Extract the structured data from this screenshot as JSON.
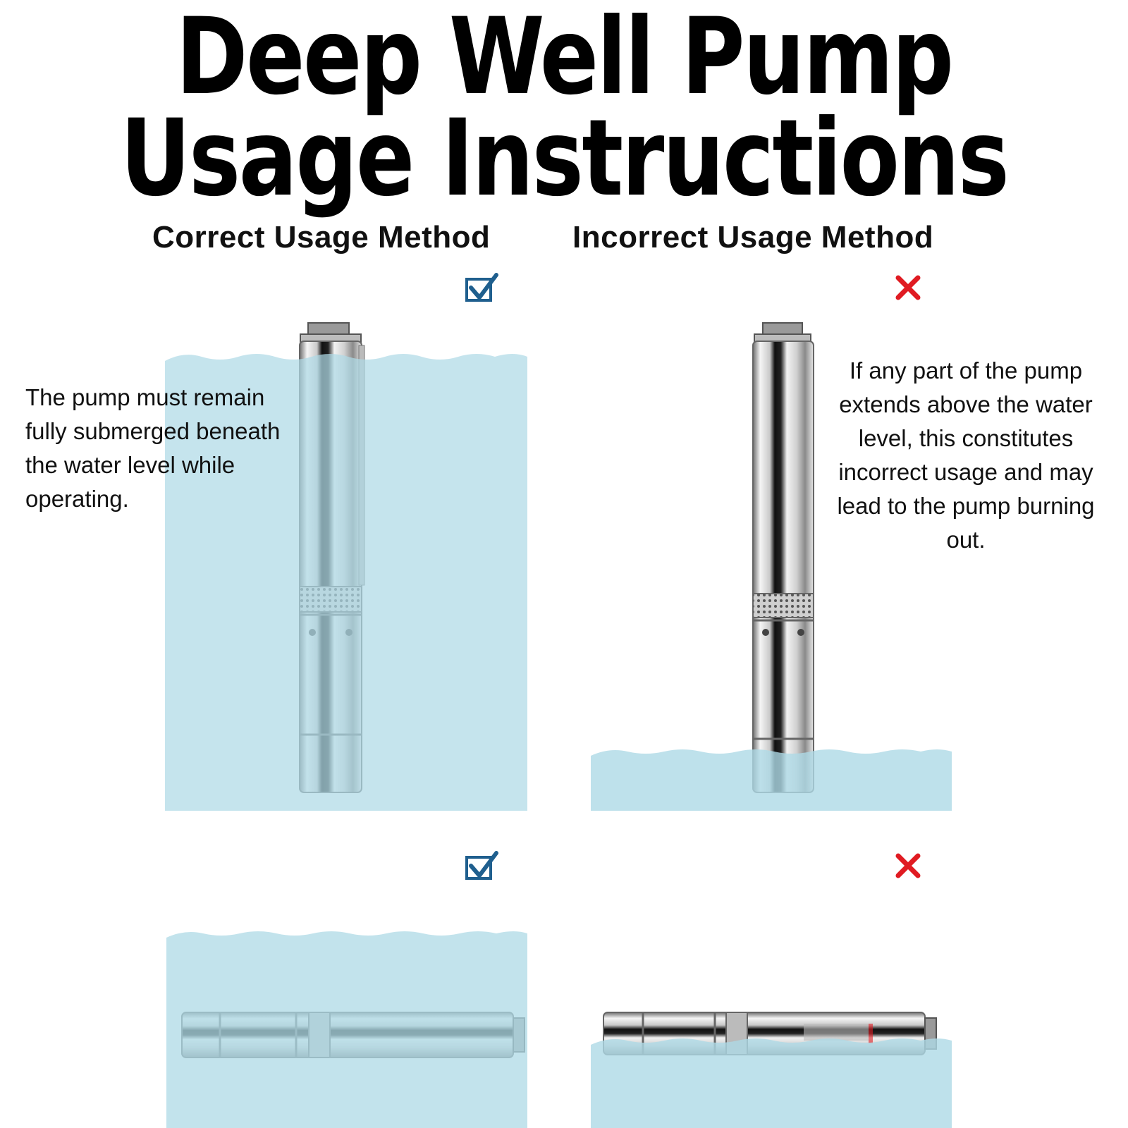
{
  "title": {
    "line1": "Deep Well Pump",
    "line2": "Usage Instructions"
  },
  "columns": {
    "correct": {
      "heading": "Correct Usage Method",
      "description": "The pump must remain fully submerged beneath the water level while operating."
    },
    "incorrect": {
      "heading": "Incorrect Usage Method",
      "description": "If any part of the pump extends above the water level, this constitutes incorrect usage and may lead to the pump burning out."
    }
  },
  "panels": [
    {
      "id": "vertical-correct",
      "orientation": "vertical",
      "status": "correct",
      "icon": "check-icon"
    },
    {
      "id": "vertical-incorrect",
      "orientation": "vertical",
      "status": "incorrect",
      "icon": "cross-icon"
    },
    {
      "id": "horizontal-correct",
      "orientation": "horizontal",
      "status": "correct",
      "icon": "check-icon"
    },
    {
      "id": "horizontal-incorrect",
      "orientation": "horizontal",
      "status": "incorrect",
      "icon": "cross-icon"
    }
  ],
  "colors": {
    "water": "#aed9e6",
    "check": "#1f5f8e",
    "cross": "#e01b22",
    "steel_dark": "#1a1a1a",
    "steel_light": "#f4f4f4"
  }
}
